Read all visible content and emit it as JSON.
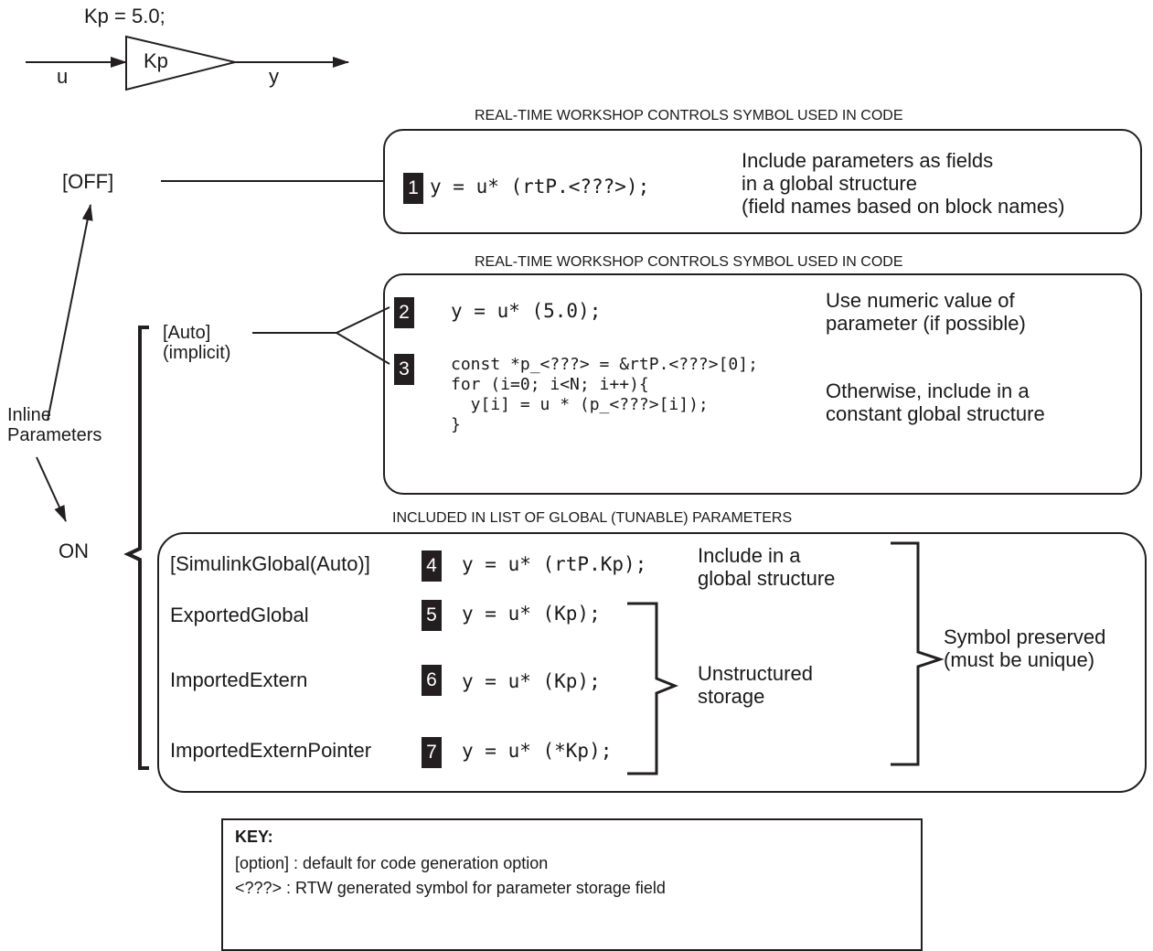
{
  "gain_block": {
    "equation": "Kp = 5.0;",
    "block_label": "Kp",
    "input_label": "u",
    "output_label": "y"
  },
  "inline_params": {
    "off_label": "[OFF]",
    "inline_label": "Inline\nParameters",
    "on_label": "ON"
  },
  "section1": {
    "header": "REAL-TIME WORKSHOP CONTROLS SYMBOL USED IN CODE",
    "number": "1",
    "code": "y = u* (rtP.<???>);",
    "description": "Include parameters as fields\nin a global structure\n(field names based on block names)"
  },
  "section2": {
    "header": "REAL-TIME WORKSHOP CONTROLS SYMBOL USED IN CODE",
    "auto_label": "[Auto]\n(implicit)",
    "item2": {
      "number": "2",
      "code": "y = u* (5.0);",
      "description": "Use numeric value of\nparameter (if possible)"
    },
    "item3": {
      "number": "3",
      "code": "const *p_<???> = &rtP.<???>[0];\nfor (i=0; i<N; i++){\n  y[i] = u * (p_<???>[i]);\n}",
      "description": "Otherwise, include in a\nconstant global structure"
    }
  },
  "section3": {
    "header": "INCLUDED IN LIST OF GLOBAL (TUNABLE) PARAMETERS",
    "rows": [
      {
        "storage": "[SimulinkGlobal(Auto)]",
        "number": "4",
        "code": "y = u* (rtP.Kp);"
      },
      {
        "storage": "ExportedGlobal",
        "number": "5",
        "code": "y = u* (Kp);"
      },
      {
        "storage": "ImportedExtern",
        "number": "6",
        "code": "y = u* (Kp);"
      },
      {
        "storage": "ImportedExternPointer",
        "number": "7",
        "code": "y = u* (*Kp);"
      }
    ],
    "global_struct_note": "Include in a\nglobal structure",
    "unstructured_note": "Unstructured\nstorage",
    "symbol_note": "Symbol preserved\n(must be unique)"
  },
  "key": {
    "title": "KEY:",
    "lines": [
      "[option] : default for code generation option",
      "<???> : RTW generated symbol for parameter storage field"
    ]
  }
}
